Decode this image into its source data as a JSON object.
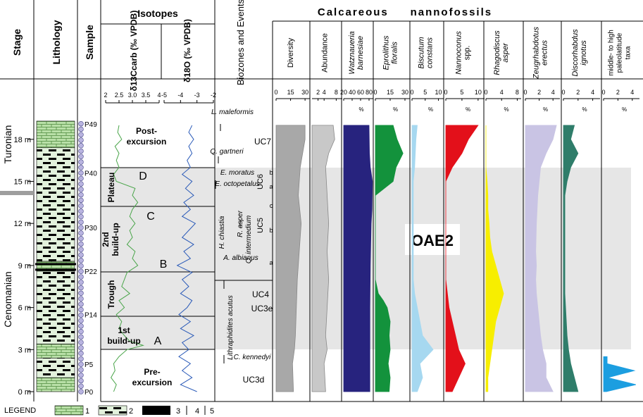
{
  "chart_data": {
    "type": "area",
    "column_headers": {
      "stage": "Stage",
      "lithology": "Lithology",
      "sample": "Sample",
      "isotopes": "Isotopes",
      "d13c": "δ13Ccarb (‰ VPDB)",
      "d18o": "δ18O (‰ VPDB)",
      "biozones": "Biozones and Events",
      "nannofossils": "Calcareous     nannofossils"
    },
    "stages": [
      "Turonian",
      "Cenomanian"
    ],
    "depth_ticks": [
      "0 m",
      "3 m",
      "6 m",
      "9 m",
      "12 m",
      "15 m",
      "18 m"
    ],
    "samples": [
      "P0",
      "P5",
      "P14",
      "P22",
      "P30",
      "P40",
      "P49"
    ],
    "isotope_axes": {
      "d13c_ticks": [
        "2",
        "2.5",
        "3.0",
        "3.5",
        "4"
      ],
      "d18o_ticks": [
        "-5",
        "-4",
        "-3",
        "-2"
      ]
    },
    "isotope_phases": [
      "Post-excursion",
      "Plateau",
      "2nd build-up",
      "Trough",
      "1st build-up",
      "Pre-excursion"
    ],
    "isotope_points": [
      "A",
      "B",
      "C",
      "D"
    ],
    "d13c_series": {
      "depth_m": [
        0,
        0.5,
        1,
        1.5,
        2,
        2.5,
        3,
        3.3,
        3.6,
        4,
        4.5,
        5,
        5.5,
        6,
        6.5,
        7,
        7.5,
        8,
        8.5,
        9,
        9.5,
        10,
        10.5,
        11,
        11.5,
        12,
        12.5,
        13,
        13.5,
        14,
        14.5,
        15,
        15.5,
        16,
        16.5,
        17,
        17.5,
        18,
        18.5,
        19
      ],
      "value": [
        2.3,
        2.4,
        2.2,
        2.35,
        2.3,
        2.5,
        2.8,
        3.4,
        2.9,
        2.7,
        2.5,
        2.6,
        2.4,
        2.7,
        2.5,
        2.9,
        2.6,
        2.7,
        2.8,
        3.2,
        3.0,
        3.1,
        2.8,
        3.0,
        2.9,
        3.1,
        2.9,
        3.0,
        3.2,
        3.0,
        3.1,
        2.4,
        2.3,
        2.5,
        2.4,
        2.5,
        2.35,
        2.6,
        2.45,
        2.5
      ]
    },
    "d18o_series": {
      "depth_m": [
        0,
        0.5,
        1,
        1.5,
        2,
        2.5,
        3,
        3.5,
        4,
        4.5,
        5,
        5.5,
        6,
        6.5,
        7,
        7.5,
        8,
        8.5,
        9,
        9.5,
        10,
        10.5,
        11,
        11.5,
        12,
        12.5,
        13,
        13.5,
        14,
        14.5,
        15,
        15.5,
        16,
        16.5,
        17,
        17.5,
        18,
        18.5,
        19
      ],
      "value": [
        -3.0,
        -4.0,
        -3.3,
        -3.9,
        -3.4,
        -4.1,
        -3.5,
        -3.9,
        -3.2,
        -4.0,
        -3.4,
        -4.1,
        -3.6,
        -3.3,
        -4.0,
        -3.5,
        -3.9,
        -3.3,
        -4.2,
        -3.4,
        -3.8,
        -3.2,
        -3.9,
        -3.5,
        -3.1,
        -3.9,
        -3.4,
        -3.8,
        -3.2,
        -3.7,
        -3.3,
        -3.9,
        -3.4,
        -3.6,
        -3.3,
        -3.5,
        -3.2,
        -3.5,
        -3.3
      ]
    },
    "biozone_labels": [
      "L. maleformis",
      "UC7",
      "Q. gartneri",
      "E. moratus",
      "E. octopetalus",
      "UC6",
      "b",
      "a",
      "c",
      "H. chiastia",
      "R. asper",
      "Q. intermedium",
      "UC5",
      "b",
      "A. albianus",
      "a",
      "UC4",
      "UC3e",
      "Lithraphidites acutus",
      "C. kennedyi",
      "UC3d"
    ],
    "panels": [
      {
        "name": "Diversity",
        "ticks": [
          "0",
          "15",
          "30"
        ],
        "color": "#a8a8a8",
        "xlim": [
          0,
          35
        ]
      },
      {
        "name": "Abundance",
        "ticks": [
          "2",
          "4",
          "8"
        ],
        "color": "#c8c8c8",
        "xlim": [
          0,
          10
        ]
      },
      {
        "name": "Watznaueria barnesiae",
        "ticks": [
          "20",
          "40",
          "60",
          "80"
        ],
        "unit": "%",
        "color": "#27237e",
        "xlim": [
          20,
          90
        ]
      },
      {
        "name": "Eprolithus floralis",
        "ticks": [
          "0",
          "15",
          "30"
        ],
        "unit": "%",
        "color": "#13923c",
        "xlim": [
          0,
          35
        ]
      },
      {
        "name": "Biscutum constans",
        "ticks": [
          "0",
          "5",
          "10"
        ],
        "unit": "%",
        "color": "#a6d8f0",
        "xlim": [
          0,
          12
        ]
      },
      {
        "name": "Nannoconus spp.",
        "ticks": [
          "0",
          "5",
          "10"
        ],
        "unit": "%",
        "color": "#e3101a",
        "xlim": [
          0,
          12
        ]
      },
      {
        "name": "Rhagodiscus asper",
        "ticks": [
          "0",
          "4",
          "8"
        ],
        "unit": "%",
        "color": "#f7ee00",
        "xlim": [
          0,
          9
        ]
      },
      {
        "name": "Zeugrhabdotus erectus",
        "ticks": [
          "0",
          "2",
          "4"
        ],
        "unit": "%",
        "color": "#c9c4e4",
        "xlim": [
          0,
          5
        ]
      },
      {
        "name": "Discorhabdus ignotus",
        "ticks": [
          "0",
          "2",
          "4"
        ],
        "unit": "%",
        "color": "#2f7d6a",
        "xlim": [
          0,
          5
        ]
      },
      {
        "name": "middle- to high paleolatitude taxa",
        "ticks": [
          "0",
          "2",
          "4"
        ],
        "unit": "%",
        "color": "#1c9ee0",
        "xlim": [
          0,
          5
        ]
      }
    ],
    "panel_series": [
      {
        "depth_m": [
          0,
          2,
          3,
          4,
          6,
          8,
          10,
          12,
          14,
          16,
          18,
          19
        ],
        "value": [
          18,
          17,
          19,
          20,
          21,
          22,
          24,
          26,
          23,
          25,
          30,
          30
        ]
      },
      {
        "depth_m": [
          0,
          2,
          3,
          4,
          6,
          8,
          10,
          12,
          14,
          16,
          17,
          18,
          19
        ],
        "value": [
          4.5,
          4.0,
          5.0,
          4.5,
          5.0,
          5.5,
          5.0,
          5.5,
          5.0,
          4.5,
          5.5,
          7.5,
          7.0
        ]
      },
      {
        "depth_m": [
          0,
          3,
          6,
          9,
          12,
          13,
          15,
          16,
          17,
          19
        ],
        "value": [
          82,
          82,
          82,
          83,
          85,
          87,
          88,
          83,
          81,
          80
        ]
      },
      {
        "depth_m": [
          0,
          1,
          2,
          3,
          4,
          5,
          6,
          6.5,
          7,
          8,
          9,
          12,
          14,
          15,
          16,
          17,
          18,
          19
        ],
        "value": [
          14,
          15,
          13,
          15,
          14,
          15,
          12,
          8,
          3,
          0,
          0,
          0,
          0,
          18,
          21,
          28,
          22,
          18
        ]
      },
      {
        "depth_m": [
          0,
          1,
          2,
          3,
          4,
          5,
          6,
          7,
          8,
          9,
          12,
          15,
          16,
          18,
          19
        ],
        "value": [
          2,
          4,
          3,
          8,
          4,
          3,
          2,
          1,
          0.5,
          0.5,
          0.5,
          0.5,
          1,
          1.5,
          2
        ]
      },
      {
        "depth_m": [
          0,
          1,
          2,
          3,
          4,
          5,
          6,
          7,
          8,
          9,
          12,
          15,
          16,
          17,
          18,
          19
        ],
        "value": [
          2,
          4,
          6,
          4,
          3,
          2,
          1,
          0.5,
          0,
          0,
          0,
          0,
          2,
          5,
          7,
          10
        ]
      },
      {
        "depth_m": [
          0,
          1,
          2,
          3,
          4,
          5,
          6,
          7,
          8,
          9,
          10,
          11,
          12,
          13,
          14,
          15,
          16,
          17,
          18,
          19
        ],
        "value": [
          0.5,
          0.5,
          1,
          1.5,
          2,
          2.5,
          3.5,
          4.5,
          3.5,
          2.5,
          1.5,
          1,
          0.8,
          0.5,
          0.5,
          0.3,
          0,
          0,
          0,
          0
        ]
      },
      {
        "depth_m": [
          0,
          1,
          2,
          3,
          4,
          5,
          6,
          7,
          8,
          9,
          10,
          12,
          14,
          15,
          16,
          17,
          18,
          19
        ],
        "value": [
          4,
          3,
          3,
          2.5,
          2.2,
          2,
          1.8,
          1.6,
          1.5,
          1.6,
          1.5,
          1.6,
          1.8,
          2,
          2.2,
          3,
          4,
          4.5
        ]
      },
      {
        "depth_m": [
          0,
          1,
          2,
          3,
          4,
          5,
          6,
          7,
          8,
          9,
          12,
          14,
          15,
          16,
          17,
          18,
          19
        ],
        "value": [
          2,
          1.5,
          1,
          0.7,
          0.5,
          0.4,
          0.3,
          0.2,
          0.2,
          0.2,
          0.2,
          0.2,
          0.5,
          1,
          2,
          1,
          1.5
        ]
      },
      {
        "depth_m": [
          0,
          0.5,
          1,
          1.5,
          2,
          2.5
        ],
        "value": [
          0.4,
          4.5,
          0.6,
          4.3,
          0.5,
          0.5
        ]
      }
    ],
    "oae_label": "OAE2",
    "legend": {
      "title": "LEGEND",
      "items": [
        "1",
        "2",
        "3",
        "4",
        "5"
      ]
    }
  }
}
